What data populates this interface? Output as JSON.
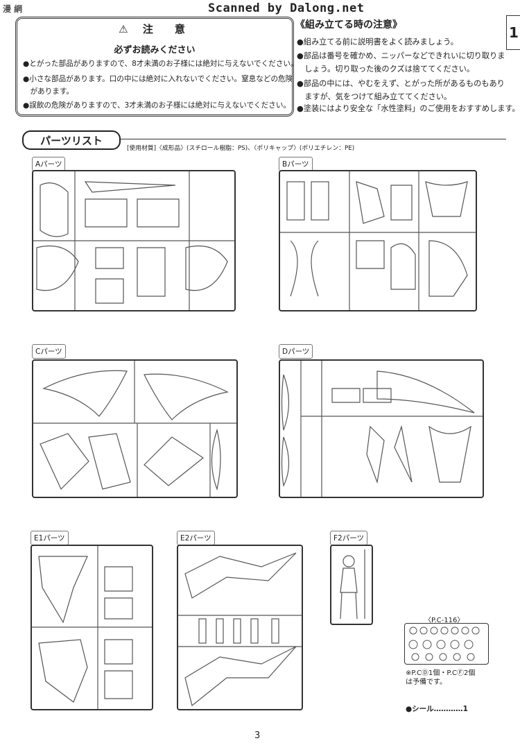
{
  "watermark": "Scanned by Dalong.net",
  "corner_logo": "漫 網",
  "corner_page_tab": "1",
  "warning": {
    "title": "注　意",
    "subtitle": "必ずお読みください",
    "lines": [
      "●とがった部品がありますので、8才未満のお子様には絶対に与えないでください。",
      "●小さな部品があります。口の中には絶対に入れないでください。窒息などの危険",
      "　があります。",
      "●誤飲の危険がありますので、3才未満のお子様には絶対に与えないでください。"
    ]
  },
  "caution": {
    "title": "《組み立てる時の注意》",
    "lines": [
      "●組み立てる前に説明書をよく読みましょう。",
      "●部品は番号を確かめ、ニッパーなどできれいに切り取りま",
      "　しょう。切り取った後のクズは捨ててください。",
      "●部品の中には、やむをえず、とがった所があるものもあり",
      "　ますが、気をつけて組み立ててください。",
      "●塗装にはより安全な「水性塗料」のご使用をおすすめします。"
    ]
  },
  "parts_list": {
    "title": "パーツリスト",
    "material_note": "[使用材質]〈成形品〉(スチロール樹脂：PS)、〈ポリキャップ〉(ポリエチレン：PE)"
  },
  "sections": {
    "A": "Aパーツ",
    "B": "Bパーツ",
    "C": "Cパーツ",
    "D": "Dパーツ",
    "E1": "E1パーツ",
    "E2": "E2パーツ",
    "F2": "F2パーツ"
  },
  "pc": {
    "title": "〈P.C-116〉",
    "note_1": "※P.CⒹ1個・P.CⒻ2個",
    "note_2": "は予備です。"
  },
  "seal": "●シール…………1",
  "page_number": "3"
}
